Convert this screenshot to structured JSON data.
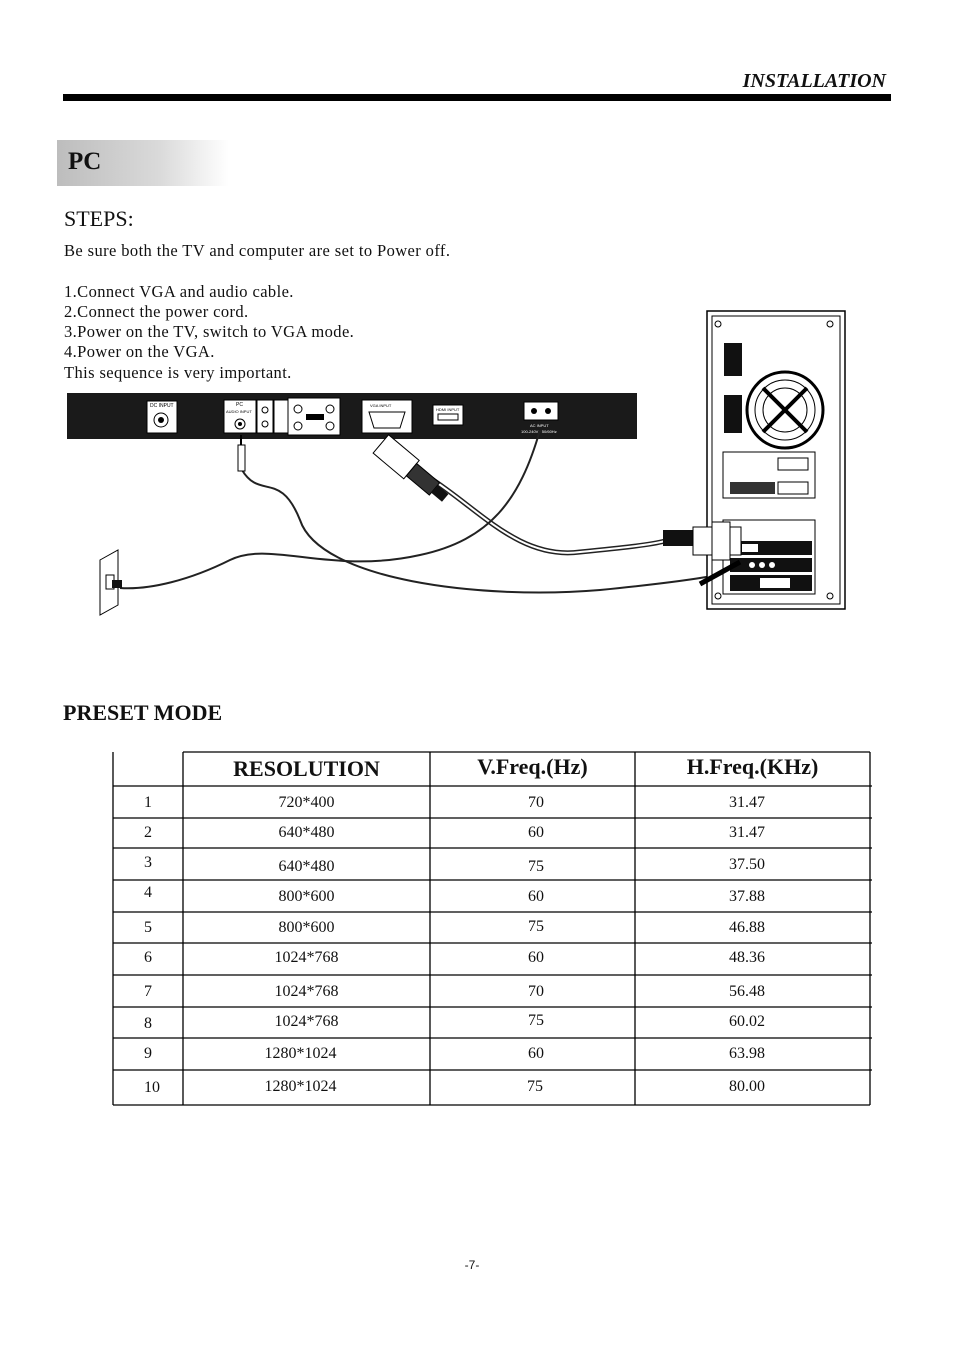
{
  "header": {
    "title": "INSTALLATION"
  },
  "section": {
    "title": "PC"
  },
  "steps": {
    "heading": "STEPS:",
    "intro": "Be sure both the TV and computer are set to  Power off.",
    "lines": [
      "1.Connect VGA  and audio cable.",
      "2.Connect the power cord.",
      "3.Power on the TV, switch  to VGA mode.",
      "4.Power on the VGA.",
      "This sequence is very important."
    ]
  },
  "panel_labels": {
    "dc_input": "DC INPUT",
    "pc_audio": "PC",
    "audio_input": "AUDIO INPUT",
    "vga_input": "VGA INPUT",
    "hdmi_input": "HDMI INPUT",
    "ac_input": "AC INPUT",
    "ac_rating": "100-240V~ 50/60Hz"
  },
  "preset": {
    "heading": "PRESET MODE",
    "columns": [
      "",
      "RESOLUTION",
      "V.Freq.(Hz)",
      "H.Freq.(KHz)"
    ],
    "rows": [
      [
        "1",
        "720*400",
        "70",
        "31.47"
      ],
      [
        "2",
        "640*480",
        "60",
        "31.47"
      ],
      [
        "3",
        "640*480",
        "75",
        "37.50"
      ],
      [
        "4",
        "800*600",
        "60",
        "37.88"
      ],
      [
        "5",
        "800*600",
        "75",
        "46.88"
      ],
      [
        "6",
        "1024*768",
        "60",
        "48.36"
      ],
      [
        "7",
        "1024*768",
        "70",
        "56.48"
      ],
      [
        "8",
        "1024*768",
        "75",
        "60.02"
      ],
      [
        "9",
        "1280*1024",
        "60",
        "63.98"
      ],
      [
        "10",
        "1280*1024",
        "75",
        "80.00"
      ]
    ]
  },
  "footer": {
    "page_number": "-7-"
  }
}
